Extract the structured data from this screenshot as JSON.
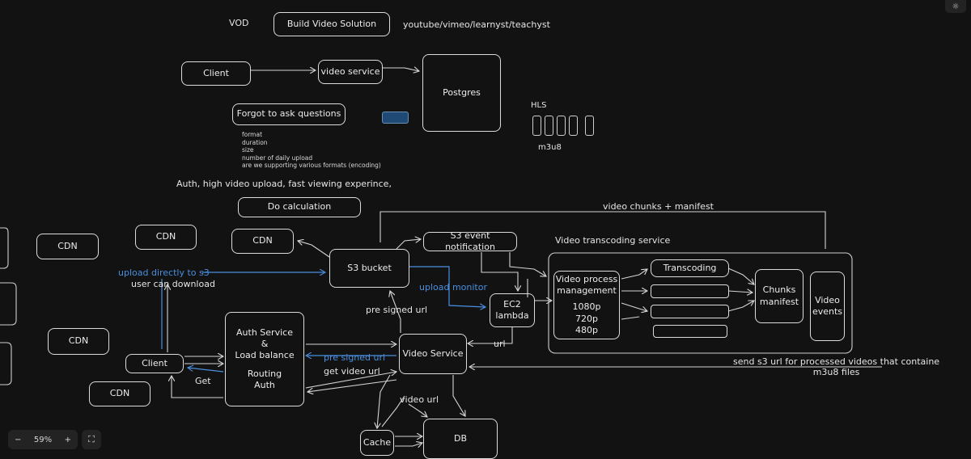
{
  "header": {
    "vod": "VOD",
    "title": "Build Video Solution",
    "examples": "youtube/vimeo/learnyst/teachyst"
  },
  "top": {
    "client": "Client",
    "video_service": "video service",
    "postgres": "Postgres",
    "questions_box": "Forgot to ask questions",
    "questions": [
      "format",
      "duration",
      "size",
      "number of daily upload",
      "are we supporting various formats (encoding)"
    ],
    "requirements": "Auth, high video upload, fast viewing experince,",
    "do_calculation": "Do calculation",
    "hls_label": "HLS",
    "m3u8_label": "m3u8"
  },
  "main": {
    "cdn": "CDN",
    "client": "Client",
    "auth_service": [
      "Auth Service",
      "&",
      "Load balance",
      "",
      "Routing",
      "Auth"
    ],
    "s3_bucket": "S3 bucket",
    "s3_event": "S3 event notification",
    "ec2": [
      "EC2",
      "lambda"
    ],
    "video_service": "Video Service",
    "db": "DB",
    "cache": "Cache",
    "transcoding_service_title": "Video transcoding service",
    "video_process": [
      "Video process",
      "management",
      "",
      "1080p",
      "720p",
      "480p"
    ],
    "transcoding": "Transcoding",
    "chunks": [
      "Chunks",
      "manifest"
    ],
    "video_events": [
      "Video",
      "events"
    ],
    "labels": {
      "video_chunks_manifest": "video chunks + manifest",
      "upload_directly": "upload directly to s3",
      "user_can_download": "user can download",
      "upload_monitor": "upload monitor",
      "pre_signed_url_a": "pre signed url",
      "pre_signed_url_b": "pre signed url",
      "get_video_url": "get video url",
      "get": "Get",
      "url": "url",
      "video_url": "video url",
      "send_s3": [
        "send s3 url for processed videos that containe",
        "m3u8 files"
      ]
    }
  },
  "controls": {
    "zoom_out": "−",
    "zoom_level": "59%",
    "zoom_in": "+",
    "fit": "⛶",
    "theme": "☼"
  },
  "colors": {
    "background": "#121212",
    "stroke": "#dcdcdc",
    "accent_blue": "#4a8fe0",
    "highlight_box": "#1f4a75"
  }
}
